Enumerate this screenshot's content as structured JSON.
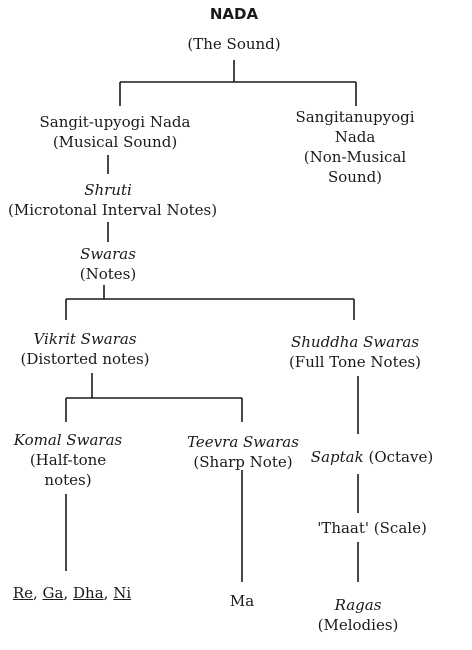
{
  "root": {
    "title": "NADA",
    "subtitle": "(The Sound)"
  },
  "musical": {
    "line1": "Sangit-upyogi Nada",
    "line2": "(Musical Sound)"
  },
  "nonmusical": {
    "line1": "Sangitanupyogi",
    "line2": "Nada",
    "line3": "(Non-Musical",
    "line4": "Sound)"
  },
  "shruti": {
    "name": "Shruti",
    "desc": "(Microtonal Interval Notes)"
  },
  "swaras": {
    "name": "Swaras",
    "desc": "(Notes)"
  },
  "vikrit": {
    "name": "Vikrit Swaras",
    "desc": "(Distorted notes)"
  },
  "shuddha": {
    "name": "Shuddha Swaras",
    "desc": "(Full Tone Notes)"
  },
  "komal": {
    "name": "Komal Swaras",
    "desc1": "(Half-tone",
    "desc2": "notes)"
  },
  "teevra": {
    "name": "Teevra Swaras",
    "desc": "(Sharp Note)"
  },
  "saptak": {
    "name": "Saptak",
    "desc": "(Octave)"
  },
  "thaat": {
    "name": "'Thaat'",
    "desc": "(Scale)"
  },
  "komal_notes": {
    "re": "Re",
    "ga": "Ga",
    "dha": "Dha",
    "ni": "Ni"
  },
  "teevra_note": "Ma",
  "ragas": {
    "name": "Ragas",
    "desc": "(Melodies)"
  }
}
